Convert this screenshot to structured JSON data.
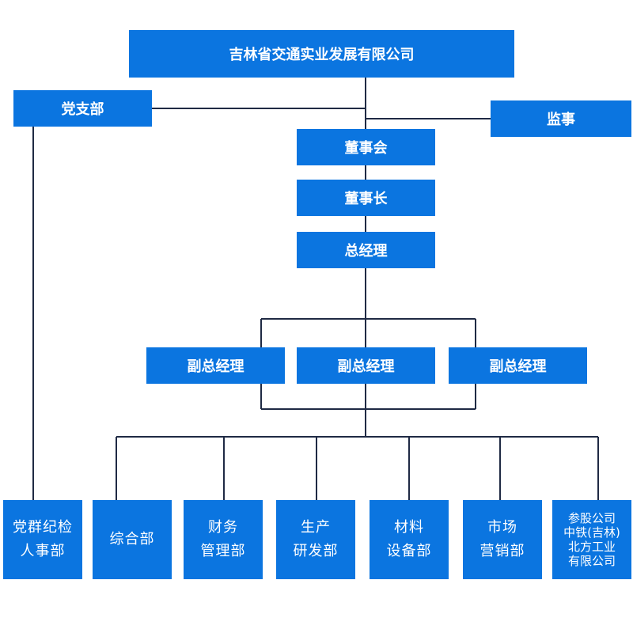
{
  "org": {
    "company": "吉林省交通实业发展有限公司",
    "party_branch": "党支部",
    "supervisor": "监事",
    "board": "董事会",
    "chairman": "董事长",
    "general_manager": "总经理",
    "deputy_managers": [
      "副总经理",
      "副总经理",
      "副总经理"
    ],
    "departments": [
      "党群纪检\n人事部",
      "综合部",
      "财务\n管理部",
      "生产\n研发部",
      "材料\n设备部",
      "市场\n营销部",
      "参股公司\n中铁(吉林)\n北方工业\n有限公司"
    ]
  },
  "colors": {
    "node_fill": "#0b75e0",
    "node_text": "#ffffff",
    "connector": "#1f2a44"
  }
}
